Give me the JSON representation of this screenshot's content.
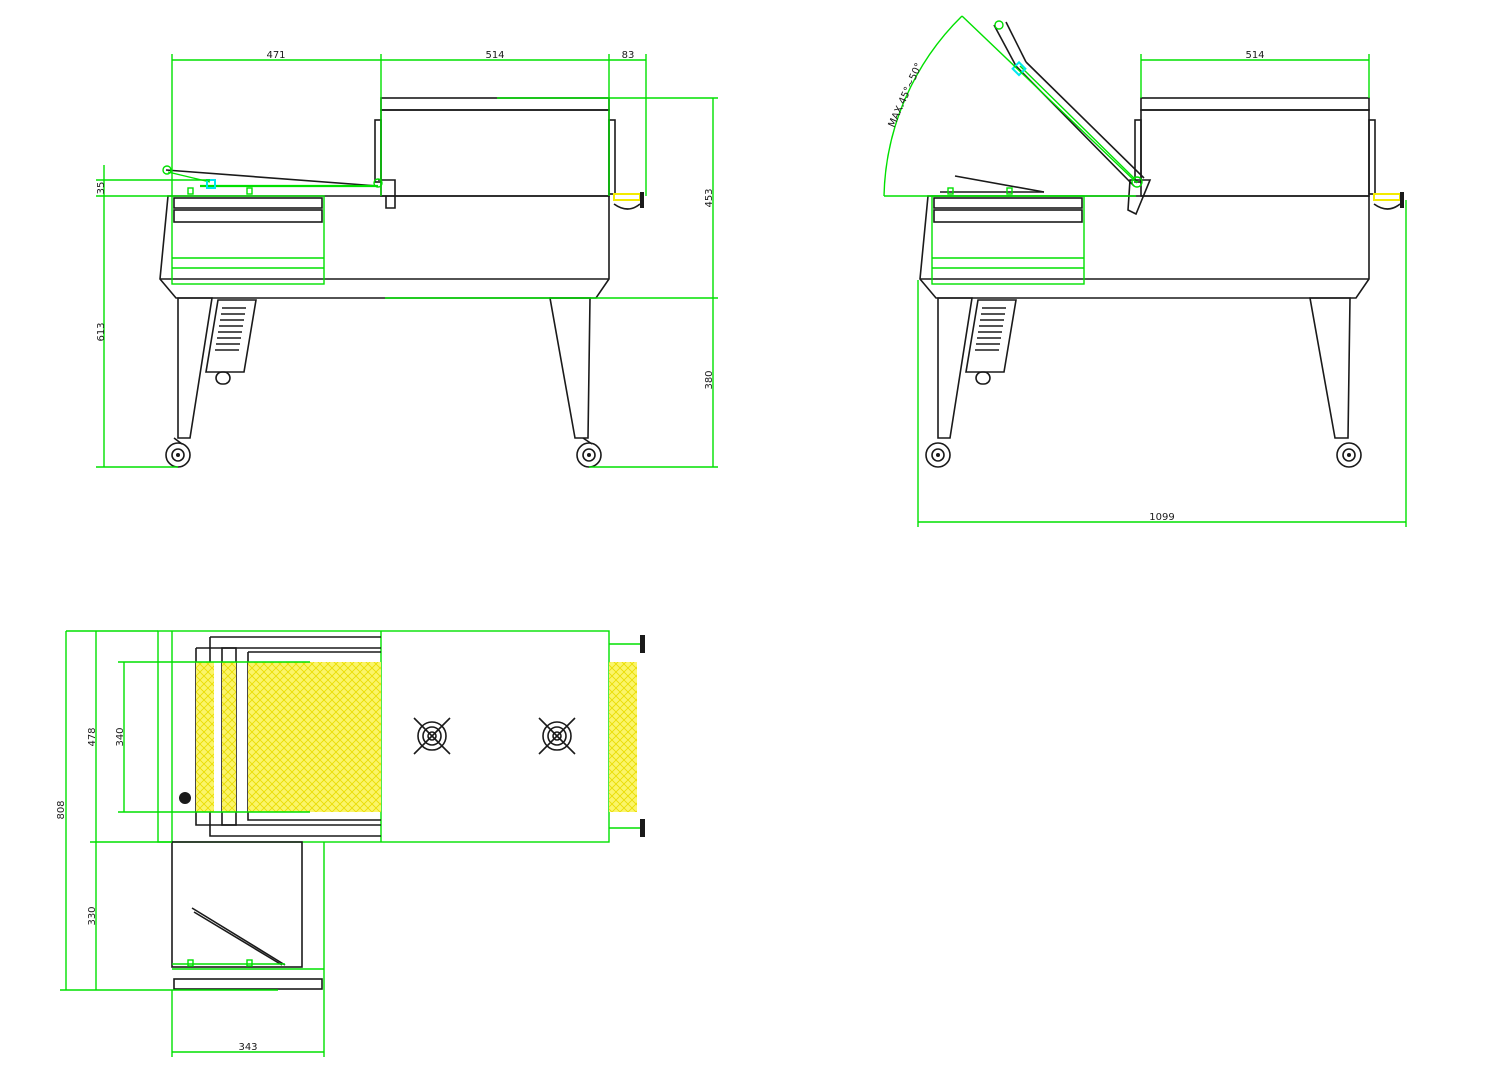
{
  "colors": {
    "outline": "#1a1a1a",
    "dimension": "#00e000",
    "film": "#f2ea00",
    "pivot": "#00e8ee"
  },
  "side_view_closed": {
    "dim_hood_length": "471",
    "dim_tunnel_length": "514",
    "dim_handle_offset": "83",
    "dim_hood_height": "35",
    "dim_table_height": "613",
    "dim_tunnel_height": "453",
    "dim_leg_height": "380"
  },
  "side_view_open": {
    "angle_label": "MAX.45°~50°",
    "dim_tunnel_length": "514",
    "dim_overall_length": "1099"
  },
  "top_view": {
    "dim_overall_width": "808",
    "dim_body_width": "478",
    "dim_opening_width": "340",
    "dim_film_holder_depth": "330",
    "dim_film_holder_width": "343"
  }
}
